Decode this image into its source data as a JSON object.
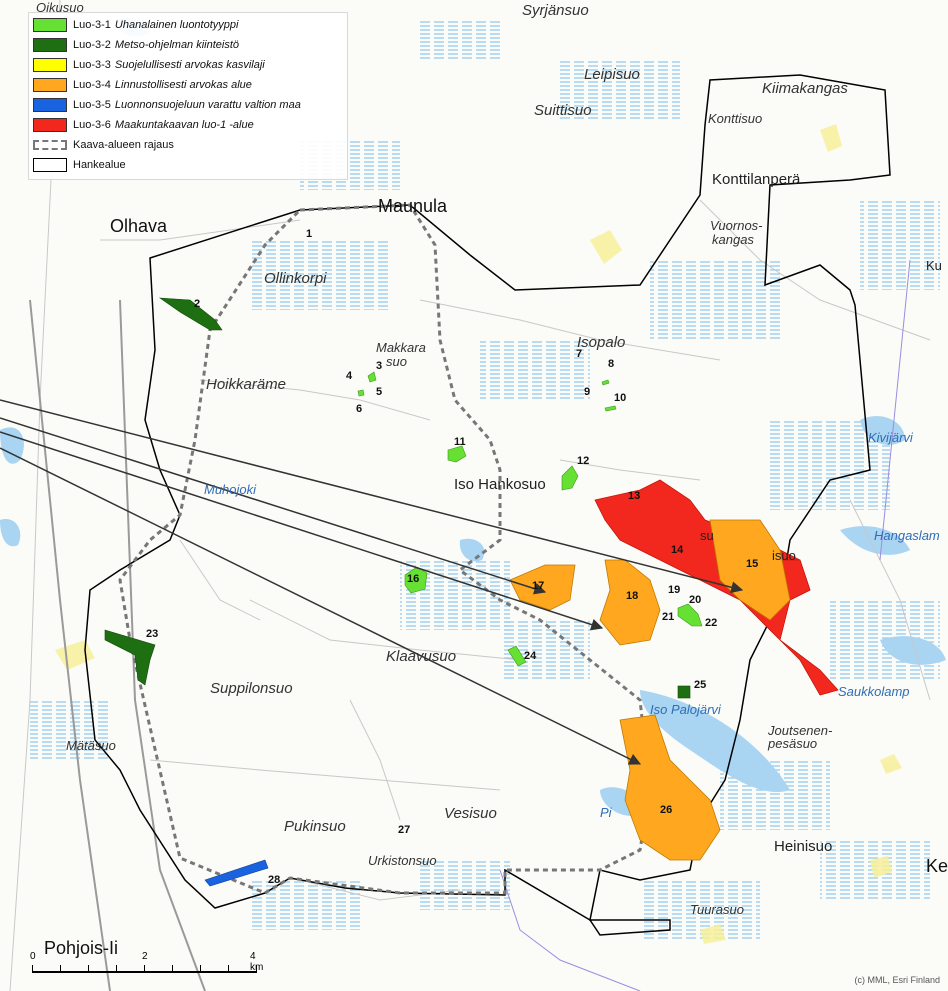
{
  "legend": {
    "items": [
      {
        "code": "Luo-3-1",
        "label": "Uhanalainen luontotyyppi",
        "color": "#66e033"
      },
      {
        "code": "Luo-3-2",
        "label": "Metso-ohjelman kiinteistö",
        "color": "#1e6e12"
      },
      {
        "code": "Luo-3-3",
        "label": "Suojelullisesti arvokas kasvilaji",
        "color": "#ffff00"
      },
      {
        "code": "Luo-3-4",
        "label": "Linnustollisesti arvokas alue",
        "color": "#ffa81f"
      },
      {
        "code": "Luo-3-5",
        "label": "Luonnonsuojeluun varattu valtion maa",
        "color": "#1a63e0"
      },
      {
        "code": "Luo-3-6",
        "label": "Maakuntakaavan luo-1 -alue",
        "color": "#f2281e"
      }
    ],
    "boundary_plan": "Kaava-alueen rajaus",
    "boundary_project": "Hankealue"
  },
  "places": {
    "oikusuo": "Oikusuo",
    "syrjansuo": "Syrjänsuo",
    "leipisuo": "Leipisuo",
    "kiimakangas": "Kiimakangas",
    "suittisuo": "Suittisuo",
    "konttisuo": "Konttisuo",
    "konttilanpera": "Konttilanperä",
    "maunula": "Maunula",
    "olhava": "Olhava",
    "vuornos": "Vuornos-",
    "kangas": "kangas",
    "ku": "Ku",
    "ollinkorpi": "Ollinkorpi",
    "makkara": "Makkara",
    "suo": "suo",
    "isopalo": "Isopalo",
    "hoikkarame": "Hoikkaräme",
    "kivijarvi": "Kivijärvi",
    "muhojoki": "Muhojoki",
    "isohankosuo": "Iso Hankosuo",
    "hangaslam": "Hangaslam",
    "saukkolamp": "Saukkolamp",
    "klaavusuo": "Klaavusuo",
    "suppilonsuo": "Suppilonsuo",
    "isopalojarvi": "Iso Palojärvi",
    "matasuo": "Mätäsuo",
    "joutsenen": "Joutsenen-",
    "pesasuo": "pesäsuo",
    "pukinsuo": "Pukinsuo",
    "vesisuo": "Vesisuo",
    "pi": "Pi",
    "heinisuo": "Heinisuo",
    "urkistonsuo": "Urkistonsuo",
    "ke": "Ke",
    "tuurasuo": "Tuurasuo",
    "pohjoisli": "Pohjois-Ii",
    "su": "su",
    "isuo": "isuo"
  },
  "site_numbers": [
    "1",
    "2",
    "3",
    "4",
    "5",
    "6",
    "7",
    "8",
    "9",
    "10",
    "11",
    "12",
    "13",
    "14",
    "15",
    "16",
    "17",
    "18",
    "19",
    "20",
    "21",
    "22",
    "23",
    "24",
    "25",
    "26",
    "27",
    "28"
  ],
  "scalebar": {
    "labels": [
      "0",
      "2",
      "4 km"
    ]
  },
  "credit": "(c) MML, Esri Finland"
}
